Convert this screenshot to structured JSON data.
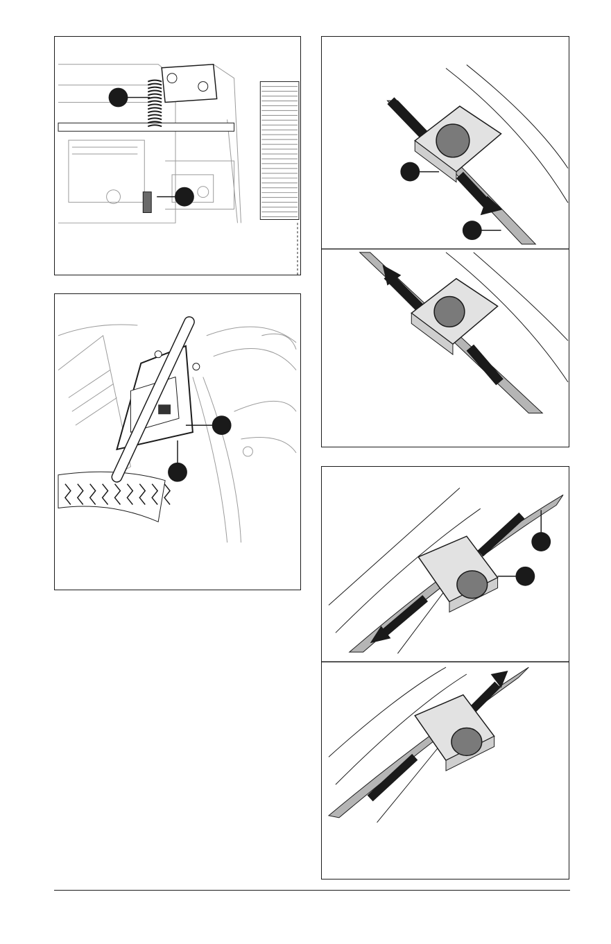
{
  "figures": [
    {
      "id": "fig-1",
      "subject": "spring-and-bracket-detail",
      "callouts": 2
    },
    {
      "id": "fig-2",
      "subject": "handle-mounted-module",
      "callouts": 2
    },
    {
      "id": "fig-3",
      "subject": "clip-on-strap-push-down",
      "callouts": 2,
      "sub_views": 2
    },
    {
      "id": "fig-4",
      "subject": "clip-on-strap-curved",
      "callouts": 2,
      "sub_views": 2
    }
  ],
  "colors": {
    "line": "#1a1a1a",
    "light_line": "#9a9a9a",
    "callout": "#1a1a1a",
    "clip_fill": "#e2e2e2",
    "knob_fill": "#7a7a7a",
    "strap_fill": "#b5b5b5"
  }
}
